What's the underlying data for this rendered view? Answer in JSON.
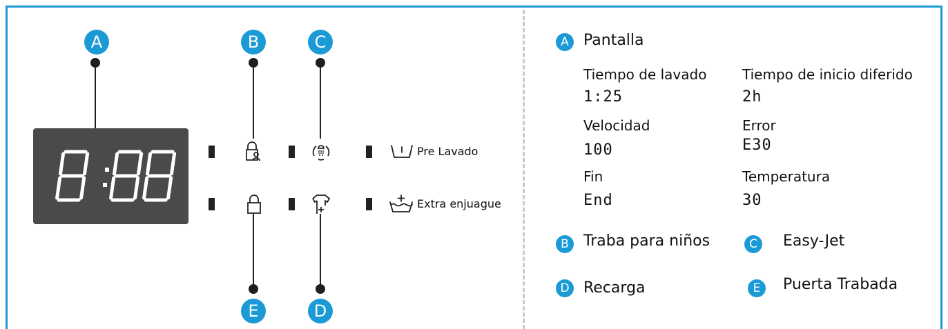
{
  "display": {
    "digits": "8:88"
  },
  "badges": {
    "a": "A",
    "b": "B",
    "c": "C",
    "d": "D",
    "e": "E"
  },
  "panel": {
    "prewash_label": "Pre Lavado",
    "extra_rinse_label": "Extra enjuague"
  },
  "legend": {
    "a_title": "Pantalla",
    "items": [
      {
        "label": "Tiempo de lavado",
        "value": "1:25"
      },
      {
        "label": "Tiempo de inicio diferido",
        "value": "2h"
      },
      {
        "label": "Velocidad",
        "value": "100"
      },
      {
        "label": "Error",
        "value": "E30"
      },
      {
        "label": "Fin",
        "value": "End"
      },
      {
        "label": "Temperatura",
        "value": "30"
      }
    ],
    "b_label": "Traba para niños",
    "c_label": "Easy-Jet",
    "d_label": "Recarga",
    "e_label": "Puerta Trabada"
  },
  "icons": [
    "child-lock-icon",
    "easy-jet-icon",
    "prewash-icon",
    "door-lock-icon",
    "reload-icon",
    "extra-rinse-icon"
  ],
  "colors": {
    "accent": "#1b9ad6",
    "display_bg": "#4a4a4a",
    "segment": "#ffffff"
  }
}
